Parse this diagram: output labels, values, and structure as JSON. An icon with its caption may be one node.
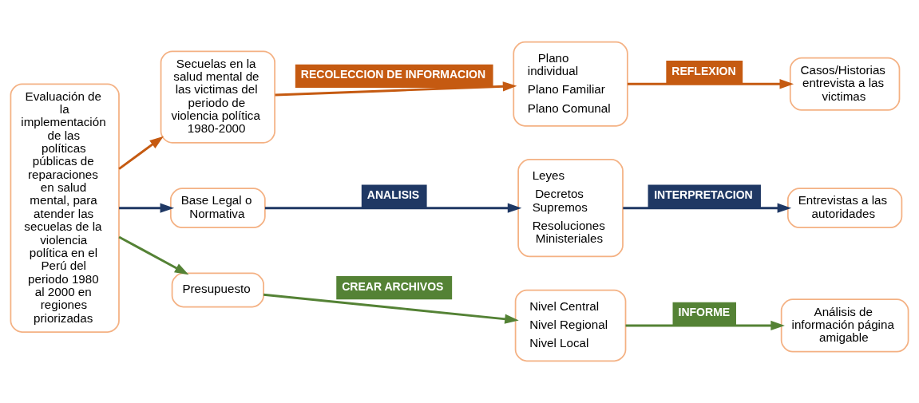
{
  "diagram": {
    "nodes": [
      {
        "text": [
          "Evaluación de la implementación de las políticas públicas de reparaciones en salud mental, para atender las secuelas de la violencia política en el Perú del periodo 1980 al 2000 en regiones priorizadas"
        ]
      },
      {
        "text": [
          "Secuelas en la salud mental de las victimas del periodo de violencia política 1980-2000"
        ]
      },
      {
        "text": [
          "Plano individual",
          "Plano Familiar",
          "Plano Comunal"
        ]
      },
      {
        "text": [
          "Casos/Historias entrevista a las victimas"
        ]
      },
      {
        "text": [
          "Base Legal o Normativa"
        ]
      },
      {
        "text": [
          "Leyes",
          "Decretos Supremos",
          "Resoluciones Ministeriales"
        ]
      },
      {
        "text": [
          "Entrevistas a las autoridades"
        ]
      },
      {
        "text": [
          "Presupuesto"
        ]
      },
      {
        "text": [
          "Nivel Central",
          "Nivel Regional",
          "Nivel Local"
        ]
      },
      {
        "text": [
          "Análisis de información página amigable"
        ]
      }
    ],
    "edges": [
      {
        "from": 0,
        "to": 1,
        "arrow": "to",
        "color": "#c55a11"
      },
      {
        "from": 1,
        "to": 2,
        "arrow": "to",
        "label": "RECOLECCION DE INFORMACION",
        "color": "#c55a11"
      },
      {
        "from": 2,
        "to": 3,
        "arrow": "to",
        "label": "REFLEXION",
        "color": "#c55a11"
      },
      {
        "from": 0,
        "to": 4,
        "arrow": "to",
        "color": "#1f3864"
      },
      {
        "from": 4,
        "to": 5,
        "arrow": "to",
        "label": "ANALISIS",
        "color": "#1f3864"
      },
      {
        "from": 5,
        "to": 6,
        "arrow": "to",
        "label": "INTERPRETACION",
        "color": "#1f3864"
      },
      {
        "from": 0,
        "to": 7,
        "arrow": "to",
        "color": "#548235"
      },
      {
        "from": 7,
        "to": 8,
        "arrow": "to",
        "label": "CREAR ARCHIVOS",
        "color": "#548235"
      },
      {
        "from": 8,
        "to": 9,
        "arrow": "to",
        "label": "INFORME",
        "color": "#548235"
      }
    ]
  }
}
